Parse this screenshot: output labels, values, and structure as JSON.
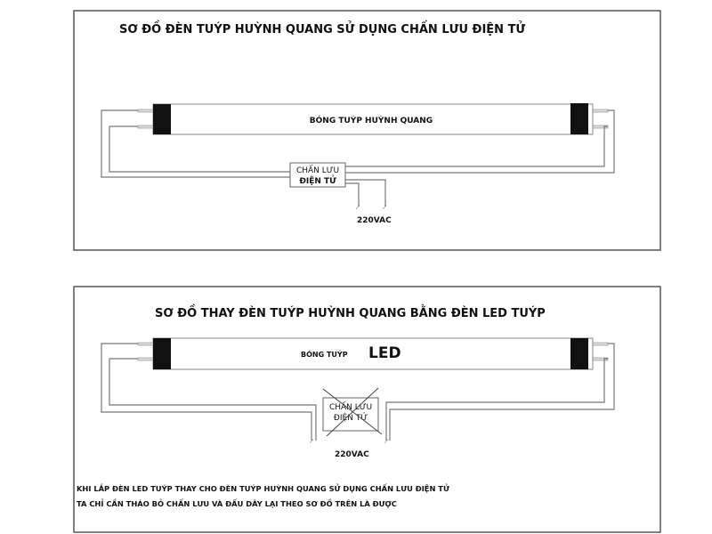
{
  "diagram1": {
    "title": "SƠ ĐỒ ĐÈN TUÝP HUỲNH QUANG SỬ DỤNG CHẤN LƯU ĐIỆN TỬ",
    "tube_label": "BÓNG TUÝP HUỲNH QUANG",
    "ballast_line1": "CHẤN LƯU",
    "ballast_line2": "ĐIỆN TỬ",
    "supply_label": "220VAC"
  },
  "diagram2": {
    "title": "SƠ ĐỒ THAY ĐÈN TUÝP HUỲNH QUANG BẰNG ĐÈN LED TUÝP",
    "tube_label_small": "BÓNG TUÝP",
    "tube_label_big": "LED",
    "ballast_line1": "CHẤN LƯU",
    "ballast_line2": "ĐIỆN TỬ",
    "supply_label": "220VAC",
    "note_line1": "KHI LẮP ĐÈN LED TUÝP THAY CHO ĐÈN TUÝP HUỲNH QUANG SỬ DỤNG CHẤN LƯU ĐIỆN TỬ",
    "note_line2": "TA CHỈ CẦN THÁO BỎ CHẤN LƯU VÀ ĐẤU DÂY LẠI THEO SƠ ĐỒ TRÊN LÀ ĐƯỢC"
  }
}
